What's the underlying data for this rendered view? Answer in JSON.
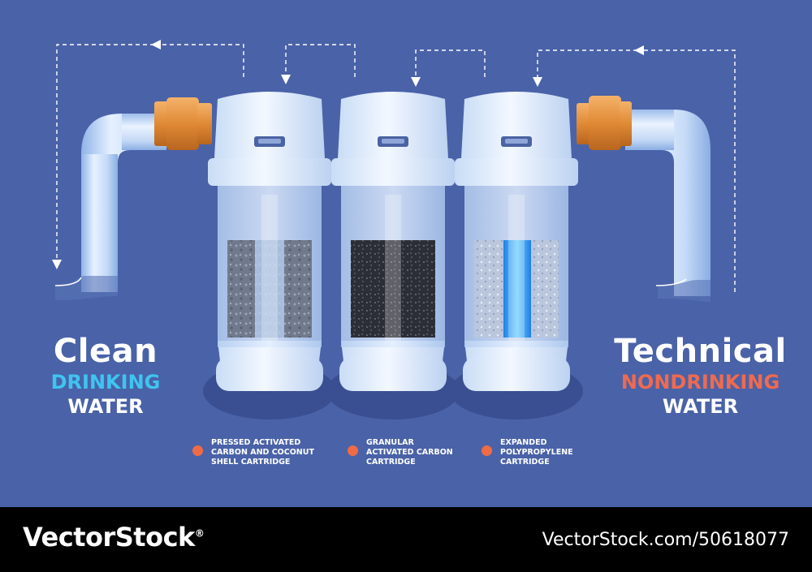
{
  "left": {
    "title": "Clean",
    "subtitle": "DRINKING",
    "line3": "WATER"
  },
  "right": {
    "title": "Technical",
    "subtitle": "NONDRINKING",
    "line3": "WATER"
  },
  "cartridges": [
    {
      "label": "PRESSED ACTIVATED CARBON AND COCONUT SHELL CARTRIDGE"
    },
    {
      "label": "GRANULAR ACTIVATED CARBON CARTRIDGE"
    },
    {
      "label": "EXPANDED POLYPROPYLENE CARTRIDGE"
    }
  ],
  "footer": {
    "brand": "VectorStock",
    "registered": "®",
    "url": "VectorStock.com/50618077"
  },
  "colors": {
    "background": "#4a62a8",
    "drinking_accent": "#3fc4f0",
    "nondrinking_accent": "#f06a4e",
    "dot": "#ef6b45",
    "fitting": "#e6923a"
  }
}
